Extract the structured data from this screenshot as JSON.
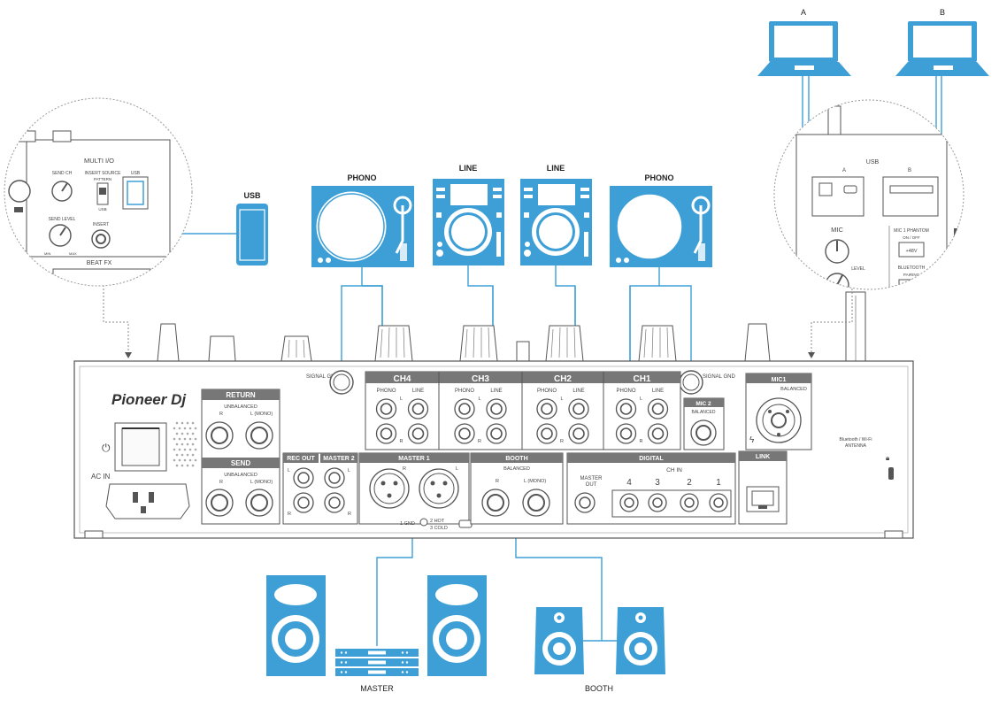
{
  "colors": {
    "accent_blue": "#3d9fd6",
    "device_outline": "#555555",
    "panel_fill": "#f4f4f4",
    "header_fill": "#777777"
  },
  "devices": {
    "laptop_a": "A",
    "laptop_b": "B",
    "usb_phone": "USB",
    "turntable_left": "PHONO",
    "player_left": "LINE",
    "player_right": "LINE",
    "turntable_right": "PHONO",
    "master_speakers": "MASTER",
    "booth_speakers": "BOOTH"
  },
  "mixer": {
    "brand": "Pioneer Dj",
    "power_icon": "power-icon",
    "ac_in": "AC IN",
    "signal_gnd": "SIGNAL GND",
    "return": {
      "title": "RETURN",
      "sub": "UNBALANCED",
      "r": "R",
      "l": "L (MONO)"
    },
    "send": {
      "title": "SEND",
      "sub": "UNBALANCED",
      "r": "R",
      "l": "L (MONO)"
    },
    "rec_out": {
      "title": "REC OUT",
      "l": "L",
      "r": "R"
    },
    "master2": {
      "title": "MASTER 2",
      "l": "L",
      "r": "R"
    },
    "master1": {
      "title": "MASTER 1",
      "r": "R",
      "l": "L",
      "pin_left": "1 GND",
      "pin_right_1": "2 HOT",
      "pin_right_2": "3 COLD"
    },
    "booth": {
      "title": "BOOTH",
      "sub": "BALANCED",
      "r": "R",
      "l": "L (MONO)"
    },
    "channels": [
      {
        "title": "CH4",
        "phono": "PHONO",
        "line": "LINE",
        "l": "L",
        "r": "R"
      },
      {
        "title": "CH3",
        "phono": "PHONO",
        "line": "LINE",
        "l": "L",
        "r": "R"
      },
      {
        "title": "CH2",
        "phono": "PHONO",
        "line": "LINE",
        "l": "L",
        "r": "R"
      },
      {
        "title": "CH1",
        "phono": "PHONO",
        "line": "LINE",
        "l": "L",
        "r": "R"
      }
    ],
    "mic2": {
      "title": "MIC 2",
      "sub": "BALANCED"
    },
    "mic1": {
      "title": "MIC1",
      "sub": "BALANCED"
    },
    "digital": {
      "title": "DIGITAL",
      "master_out_1": "MASTER",
      "master_out_2": "OUT",
      "ch_in": "CH IN",
      "numbers": [
        "4",
        "3",
        "2",
        "1"
      ]
    },
    "link": {
      "title": "LINK"
    },
    "antenna": {
      "line1": "Bluetooth / Wi-Fi",
      "line2": "ANTENNA"
    }
  },
  "zoom_left": {
    "title": "MULTI I/O",
    "send_ch": "SEND CH",
    "insert_source": "INSERT SOURCE",
    "pattern": "PATTERN",
    "usb_small": "USB",
    "usb_port": "USB",
    "send_level": "SEND LEVEL",
    "insert": "INSERT",
    "beat_fx": "BEAT FX",
    "min": "MIN",
    "max": "MAX"
  },
  "zoom_right": {
    "usb": "USB",
    "port_a": "A",
    "port_b": "B",
    "mic": "MIC",
    "level": "LEVEL",
    "mic1_phantom": "MIC 1 PHANTOM",
    "on_off": "ON / OFF",
    "plus48v": "+48V",
    "bluetooth": "BLUETOOTH",
    "pairing": "PAIRING"
  }
}
